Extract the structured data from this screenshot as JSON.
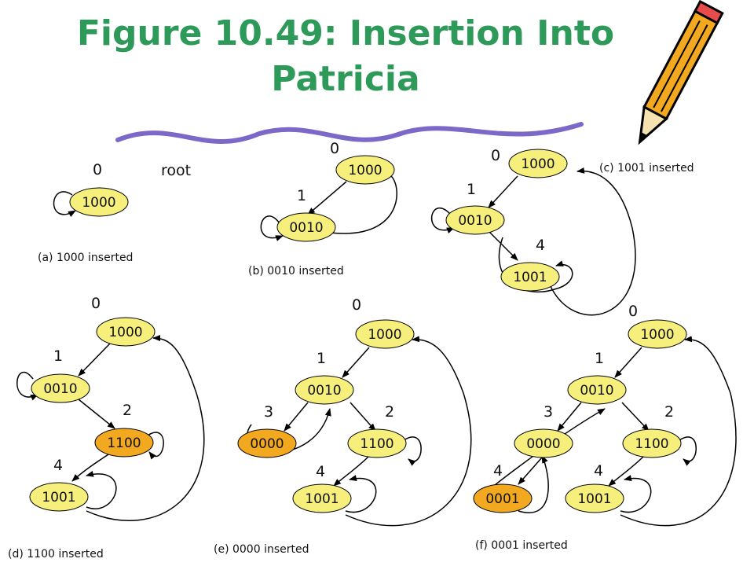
{
  "title": "Figure 10.49: Insertion Into Patricia",
  "root_label": "root",
  "colors": {
    "title": "#2e9a59",
    "node_fill": "#f6ef7b",
    "node_new_fill": "#f2a81f",
    "wave": "#7b68c8"
  },
  "diagrams": [
    {
      "caption": "(a) 1000 inserted",
      "nodes": [
        {
          "id": "a1000",
          "key": "1000",
          "bit": "0",
          "new": false
        }
      ]
    },
    {
      "caption": "(b) 0010 inserted",
      "nodes": [
        {
          "id": "b1000",
          "key": "1000",
          "bit": "0",
          "new": false
        },
        {
          "id": "b0010",
          "key": "0010",
          "bit": "1",
          "new": false
        }
      ]
    },
    {
      "caption": "(c) 1001 inserted",
      "nodes": [
        {
          "id": "c1000",
          "key": "1000",
          "bit": "0",
          "new": false
        },
        {
          "id": "c0010",
          "key": "0010",
          "bit": "1",
          "new": false
        },
        {
          "id": "c1001",
          "key": "1001",
          "bit": "4",
          "new": false
        }
      ]
    },
    {
      "caption": "(d) 1100 inserted",
      "nodes": [
        {
          "id": "d1000",
          "key": "1000",
          "bit": "0",
          "new": false
        },
        {
          "id": "d0010",
          "key": "0010",
          "bit": "1",
          "new": false
        },
        {
          "id": "d1100",
          "key": "1100",
          "bit": "2",
          "new": true
        },
        {
          "id": "d1001",
          "key": "1001",
          "bit": "4",
          "new": false
        }
      ]
    },
    {
      "caption": "(e) 0000 inserted",
      "nodes": [
        {
          "id": "e1000",
          "key": "1000",
          "bit": "0",
          "new": false
        },
        {
          "id": "e0010",
          "key": "0010",
          "bit": "1",
          "new": false
        },
        {
          "id": "e0000",
          "key": "0000",
          "bit": "3",
          "new": true
        },
        {
          "id": "e1100",
          "key": "1100",
          "bit": "2",
          "new": false
        },
        {
          "id": "e1001",
          "key": "1001",
          "bit": "4",
          "new": false
        }
      ]
    },
    {
      "caption": "(f) 0001 inserted",
      "nodes": [
        {
          "id": "f1000",
          "key": "1000",
          "bit": "0",
          "new": false
        },
        {
          "id": "f0010",
          "key": "0010",
          "bit": "1",
          "new": false
        },
        {
          "id": "f0000",
          "key": "0000",
          "bit": "3",
          "new": false
        },
        {
          "id": "f1100",
          "key": "1100",
          "bit": "2",
          "new": false
        },
        {
          "id": "f0001",
          "key": "0001",
          "bit": "4",
          "new": true
        },
        {
          "id": "f1001",
          "key": "1001",
          "bit": "4",
          "new": false
        }
      ]
    }
  ]
}
